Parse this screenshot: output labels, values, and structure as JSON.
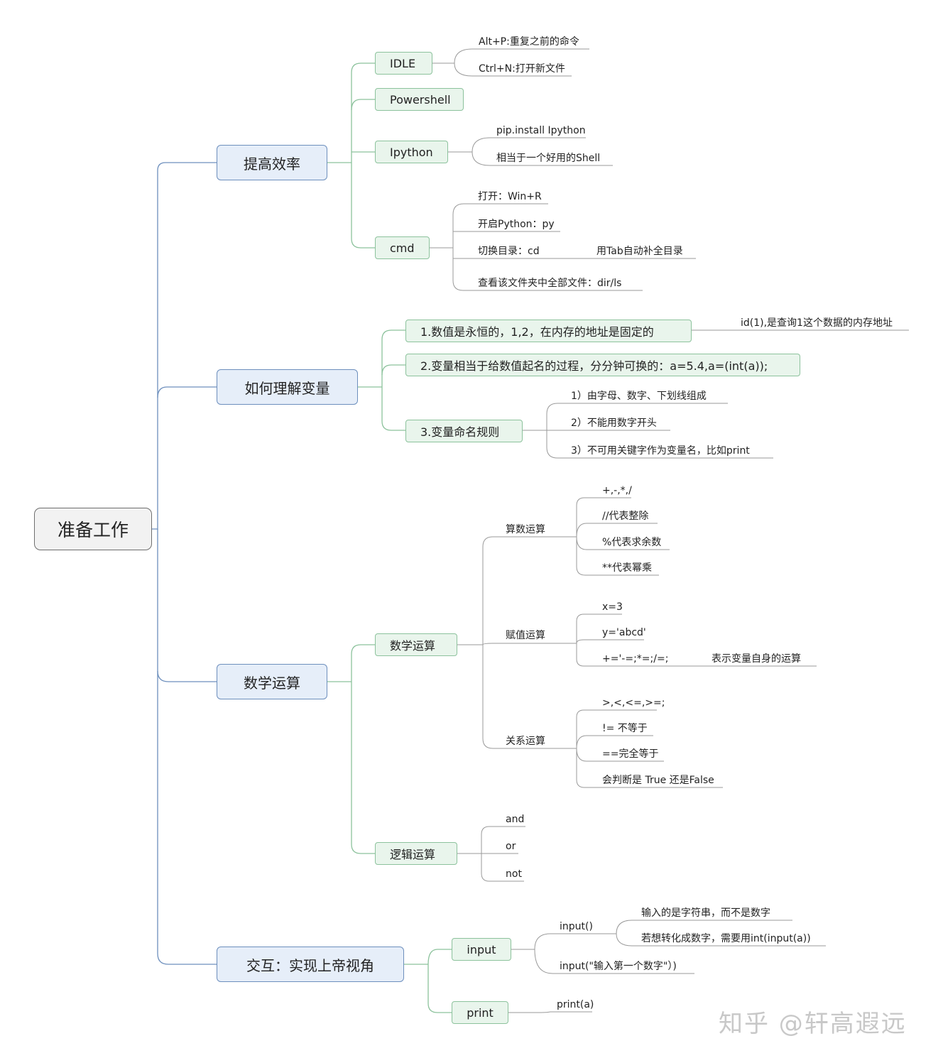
{
  "root": "准备工作",
  "efficiency": {
    "title": "提高效率",
    "idle": {
      "label": "IDLE",
      "items": [
        "Alt+P:重复之前的命令",
        "Ctrl+N:打开新文件"
      ]
    },
    "powershell": {
      "label": "Powershell"
    },
    "ipython": {
      "label": "Ipython",
      "items": [
        "pip.install Ipython",
        "相当于一个好用的Shell"
      ]
    },
    "cmd": {
      "label": "cmd",
      "items": [
        "打开：Win+R",
        "开启Python：py",
        "切换目录：cd",
        "查看该文件夹中全部文件：dir/ls"
      ],
      "cd_note": "用Tab自动补全目录"
    }
  },
  "variables": {
    "title": "如何理解变量",
    "point1": {
      "label": "1.数值是永恒的，1,2，在内存的地址是固定的",
      "note": "id(1),是查询1这个数据的内存地址"
    },
    "point2": {
      "label": "2.变量相当于给数值起名的过程，分分钟可换的：a=5.4,a=(int(a));"
    },
    "point3": {
      "label": "3.变量命名规则",
      "items": [
        "1）由字母、数字、下划线组成",
        "2）不能用数字开头",
        "3）不可用关键字作为变量名，比如print"
      ]
    }
  },
  "math": {
    "title": "数学运算",
    "numeric": {
      "label": "数学运算",
      "arith": {
        "label": "算数运算",
        "items": [
          "+,-,*,/",
          "//代表整除",
          "%代表求余数",
          "**代表幂乘"
        ]
      },
      "assign": {
        "label": "赋值运算",
        "items": [
          "x=3",
          "y='abcd'",
          "+='-=;*=;/=;"
        ],
        "note": "表示变量自身的运算"
      },
      "relation": {
        "label": "关系运算",
        "items": [
          ">,<,<=,>=;",
          "!=  不等于",
          "==完全等于",
          "会判断是 True 还是False"
        ]
      }
    },
    "logic": {
      "label": "逻辑运算",
      "items": [
        "and",
        "or",
        "not"
      ]
    }
  },
  "interaction": {
    "title": "交互：实现上帝视角",
    "input": {
      "label": "input",
      "func": "input()",
      "func_items": [
        "输入的是字符串，而不是数字",
        "若想转化成数字，需要用int(input(a))"
      ],
      "example": "input(\"输入第一个数字\"）)"
    },
    "print": {
      "label": "print",
      "example": "print(a)"
    }
  },
  "watermark": "知乎 @轩高遐远",
  "colors": {
    "main_branch": "#6d8fbd",
    "sub_branch": "#8cc29c",
    "leaf_line": "#9a9a9a"
  }
}
